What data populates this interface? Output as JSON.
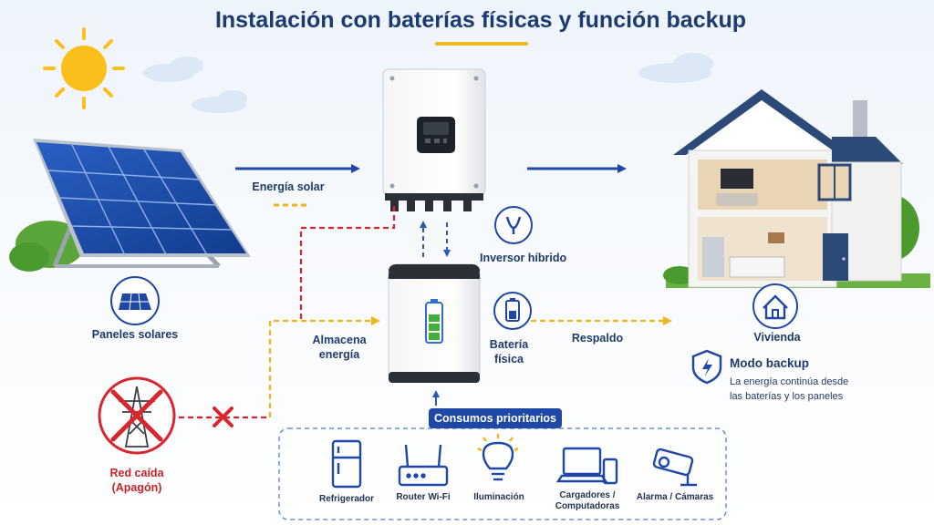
{
  "title": "Instalación con baterías físicas y función backup",
  "labels": {
    "solar_energy": "Energía solar",
    "inverter": "Inversor híbrido",
    "panels": "Paneles solares",
    "store_line1": "Almacena",
    "store_line2": "energía",
    "battery_line1": "Batería",
    "battery_line2": "física",
    "backup": "Respaldo",
    "home": "Vivienda",
    "grid_line1": "Red caída",
    "grid_line2": "(Apagón)",
    "backup_mode_title": "Modo backup",
    "backup_mode_line1": "La energía continúa desde",
    "backup_mode_line2": "las baterías y los paneles",
    "priority_title": "Consumos prioritarios"
  },
  "priority_loads": [
    {
      "label": "Refrigerador",
      "icon": "fridge-icon"
    },
    {
      "label": "Router Wi-Fi",
      "icon": "router-icon"
    },
    {
      "label": "Iluminación",
      "icon": "bulb-icon"
    },
    {
      "label_line1": "Cargadores /",
      "label_line2": "Computadoras",
      "icon": "laptop-phone-icon"
    },
    {
      "label": "Alarma / Cámaras",
      "icon": "camera-icon"
    }
  ],
  "inverter_display": "",
  "colors": {
    "title": "#1c3a72",
    "accent_yellow": "#f2b51d",
    "solid_arrow": "#1f47a6",
    "dashed_red": "#d9262e",
    "dashed_yellow": "#f2b51d",
    "battery_green": "#3fae3a",
    "priority_bar": "#1f47a6"
  }
}
